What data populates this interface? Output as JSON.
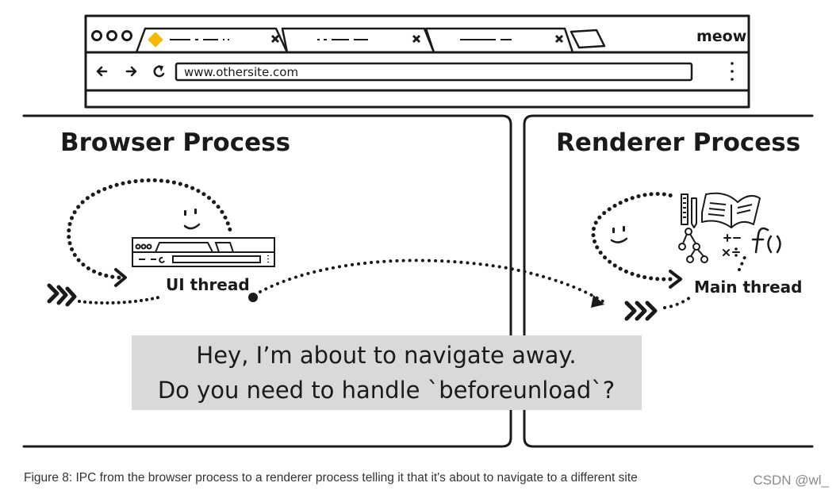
{
  "browser_chrome": {
    "brand": "meow",
    "address_bar_url": "www.othersite.com",
    "tab_count": 3
  },
  "browser_process": {
    "title": "Browser Process",
    "thread_label": "UI thread"
  },
  "renderer_process": {
    "title": "Renderer Process",
    "thread_label": "Main thread"
  },
  "message": {
    "line1": "Hey, I’m about to navigate away.",
    "line2": "Do you need to handle `beforeunload`?"
  },
  "caption": "Figure 8: IPC from the browser process to a renderer process telling it that it's about to navigate to a different site",
  "watermark": "CSDN @wl_",
  "colors": {
    "tab_favicon": "#f5b800",
    "message_box": "#d9d9d9",
    "ink": "#1a1a1a"
  },
  "icons": [
    "back-arrow-icon",
    "forward-arrow-icon",
    "reload-icon",
    "menu-dots-icon",
    "favicon-diamond-icon",
    "tab-close-icon",
    "books-icon",
    "tree-icon",
    "math-icon",
    "function-icon"
  ]
}
